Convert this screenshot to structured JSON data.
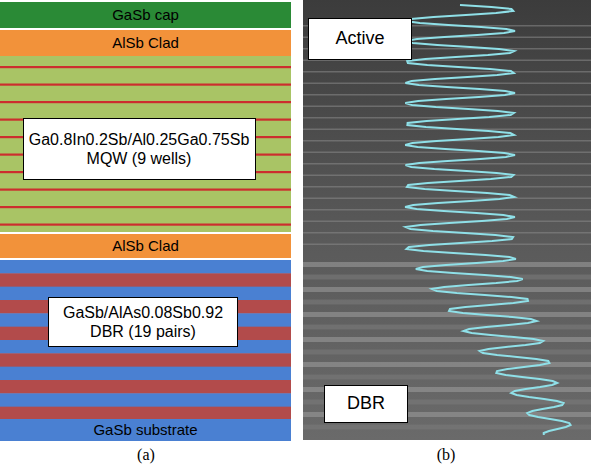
{
  "diagram": {
    "nodes": [
      {
        "text": [
          "GaSb cap"
        ]
      },
      {
        "text": [
          "AlSb Clad"
        ]
      },
      {
        "text": [
          "Ga0.8In0.2Sb/Al0.25Ga0.75Sb",
          "MQW (9 wells)"
        ]
      },
      {
        "text": [
          "AlSb Clad"
        ]
      },
      {
        "text": [
          "GaSb/AlAs0.08Sb0.92",
          "DBR (19 pairs)"
        ]
      },
      {
        "text": [
          "GaSb substrate"
        ]
      },
      {
        "text": [
          "Active"
        ]
      },
      {
        "text": [
          "DBR"
        ]
      }
    ],
    "labels": [
      "(a)",
      "(b)"
    ]
  }
}
